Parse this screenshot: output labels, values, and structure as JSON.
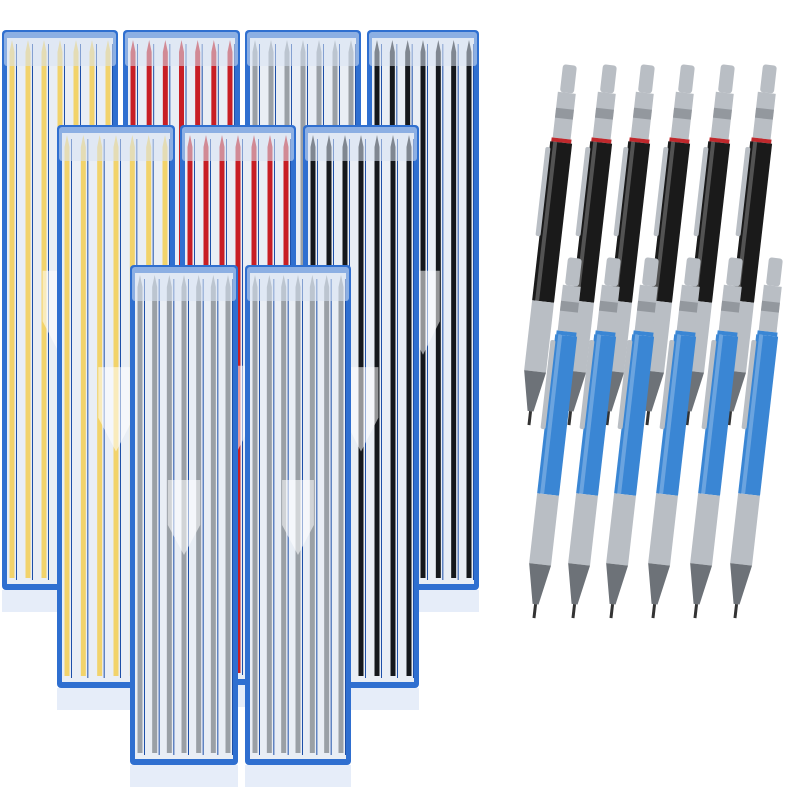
{
  "scene": "product-photo",
  "colors": {
    "box_frame": "#2f6fd0",
    "box_frame_dark": "#1d4fa8",
    "lid": "#d8e4f2",
    "pencil_black": "#1a1a1a",
    "pencil_blue": "#3a86d4",
    "metal": "#b9bec4",
    "metal_dark": "#6d7278",
    "ring_red": "#c0282c"
  },
  "lead_boxes": [
    {
      "lead": "#f2d36b",
      "row": "back"
    },
    {
      "lead": "#c81e24",
      "row": "back"
    },
    {
      "lead": "#9aa0a6",
      "row": "back"
    },
    {
      "lead": "#15181c",
      "row": "back"
    },
    {
      "lead": "#f2d36b",
      "row": "middle"
    },
    {
      "lead": "#c81e24",
      "row": "middle"
    },
    {
      "lead": "#15181c",
      "row": "middle"
    },
    {
      "lead": "#9aa0a6",
      "row": "front"
    },
    {
      "lead": "#9aa0a6",
      "row": "front"
    }
  ],
  "pencils": [
    {
      "body": "black",
      "row": "back",
      "count": 6
    },
    {
      "body": "blue",
      "row": "front",
      "count": 6
    }
  ]
}
